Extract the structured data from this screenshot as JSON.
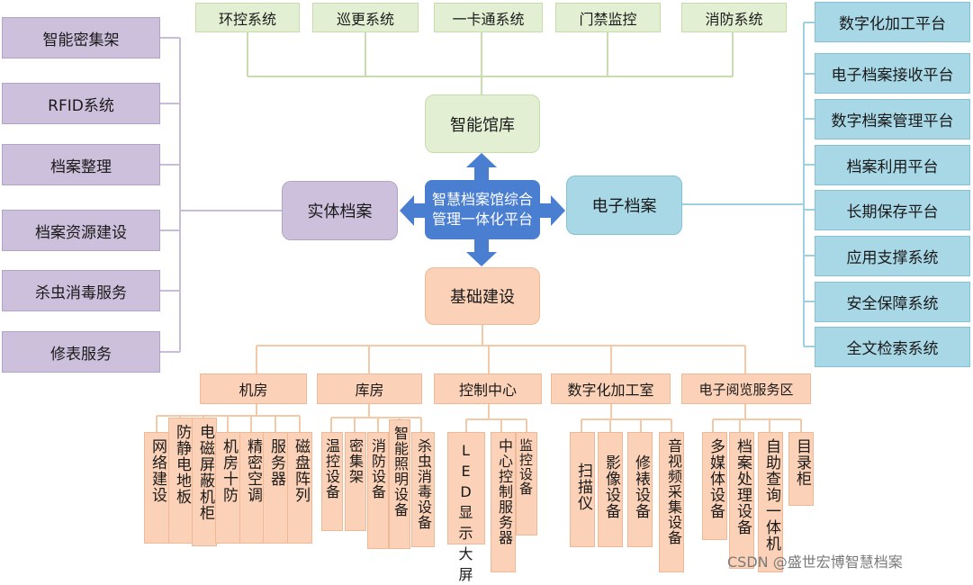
{
  "center": {
    "line1": "智慧档案馆综合",
    "line2": "管理一体化平台"
  },
  "hubs": {
    "smart": "智能馆库",
    "physical": "实体档案",
    "electronic": "电子档案",
    "infra": "基础建设"
  },
  "top_systems": [
    "环控系统",
    "巡更系统",
    "一卡通系统",
    "门禁监控",
    "消防系统"
  ],
  "left_items": [
    "智能密集架",
    "RFID系统",
    "档案整理",
    "档案资源建设",
    "杀虫消毒服务",
    "修表服务"
  ],
  "right_items": [
    "数字化加工平台",
    "电子档案接收平台",
    "数字档案管理平台",
    "档案利用平台",
    "长期保存平台",
    "应用支撑系统",
    "安全保障系统",
    "全文检索系统"
  ],
  "infra_groups": [
    {
      "label": "机房",
      "items": [
        "网络建设",
        "防静电地板",
        "电磁屏蔽机柜",
        "机房十防",
        "精密空调",
        "服务器",
        "磁盘阵列"
      ]
    },
    {
      "label": "库房",
      "items": [
        "温控设备",
        "密集架",
        "消防设备",
        "智能照明设备",
        "杀虫消毒设备"
      ]
    },
    {
      "label": "控制中心",
      "items": [
        "LED显示大屏",
        "中心控制服务器",
        "监控设备"
      ]
    },
    {
      "label": "数字化加工室",
      "items": [
        "扫描仪",
        "影像设备",
        "修裱设备",
        "音视频采集设备"
      ]
    },
    {
      "label": "电子阅览服务区",
      "items": [
        "多媒体设备",
        "档案处理设备",
        "自助查询一体机",
        "目录柜"
      ]
    }
  ],
  "watermark": "CSDN @盛世宏博智慧档案",
  "colors": {
    "green": "#e3efd2",
    "purple": "#cdc0dc",
    "blue": "#a8d7e6",
    "peach": "#fbd1b7",
    "center": "#4a7ed0",
    "line": "#f0c8a8"
  }
}
